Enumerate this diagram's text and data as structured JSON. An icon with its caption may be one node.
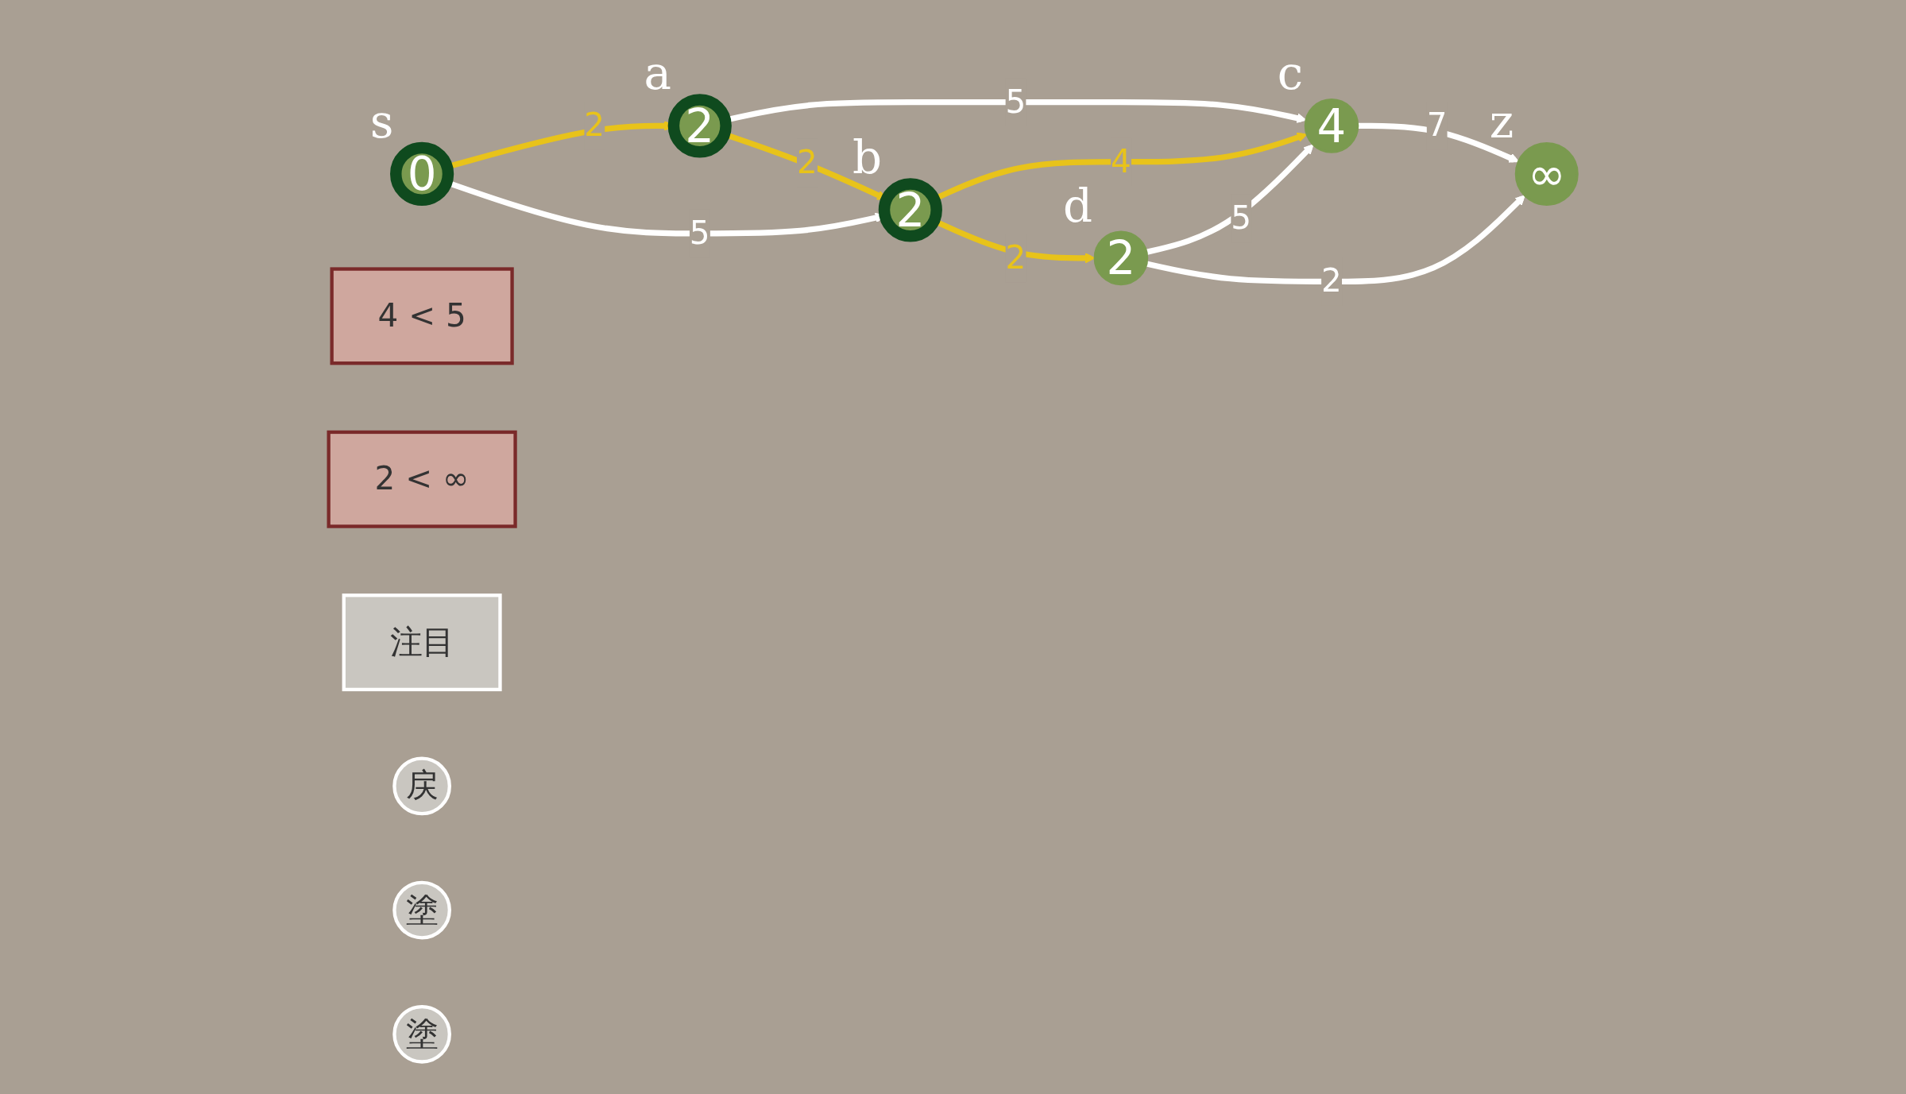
{
  "diagram": {
    "nodes": [
      {
        "text": [
          "0"
        ],
        "beside": [
          "s"
        ]
      },
      {
        "text": [
          "2"
        ],
        "beside": [
          "a"
        ]
      },
      {
        "text": [
          "2"
        ],
        "beside": [
          "b"
        ]
      },
      {
        "text": [
          "4"
        ],
        "beside": [
          "c"
        ]
      },
      {
        "text": [
          "2"
        ],
        "beside": [
          "d"
        ]
      },
      {
        "text": [
          "∞"
        ],
        "beside": [
          "z"
        ]
      },
      {
        "text": [
          "4 < 5"
        ]
      },
      {
        "text": [
          "2 < ∞"
        ]
      },
      {
        "text": [
          "注目"
        ]
      },
      {
        "text": [
          "戻"
        ]
      },
      {
        "text": [
          "塗"
        ]
      },
      {
        "text": [
          "塗"
        ]
      }
    ],
    "edges": [
      {
        "from": 0,
        "to": 1,
        "arrow": "to",
        "label": "2",
        "color": "#e8c31a"
      },
      {
        "from": 0,
        "to": 2,
        "arrow": "to",
        "label": "5"
      },
      {
        "from": 1,
        "to": 3,
        "arrow": "to",
        "label": "5"
      },
      {
        "from": 1,
        "to": 2,
        "arrow": "to",
        "label": "2",
        "color": "#e8c31a"
      },
      {
        "from": 2,
        "to": 3,
        "arrow": "to",
        "label": "4",
        "color": "#e8c31a"
      },
      {
        "from": 2,
        "to": 4,
        "arrow": "to",
        "label": "2",
        "color": "#e8c31a"
      },
      {
        "from": 4,
        "to": 3,
        "arrow": "to",
        "label": "5"
      },
      {
        "from": 3,
        "to": 5,
        "arrow": "to",
        "label": "7"
      },
      {
        "from": 4,
        "to": 5,
        "arrow": "to",
        "label": "2"
      }
    ]
  }
}
